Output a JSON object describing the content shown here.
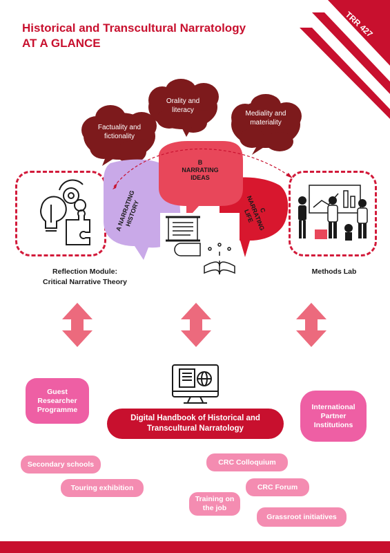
{
  "header": {
    "title_line1": "Historical and Transcultural Narratology",
    "title_line2": "AT A GLANCE",
    "badge": "TRR 427"
  },
  "thought_bubbles": {
    "factuality": "Factuality and fictionality",
    "orality": "Orality and literacy",
    "mediality": "Mediality and materiality"
  },
  "narrating": {
    "a": "A NARRATING HISTORY",
    "b": "B NARRATING IDEAS",
    "c": "C NARRATING LIFE"
  },
  "modules": {
    "reflection_line1": "Reflection Module:",
    "reflection_line2": "Critical Narrative Theory",
    "methods": "Methods Lab"
  },
  "handbook": {
    "line1": "Digital Handbook of Historical and",
    "line2": "Transcultural Narratology"
  },
  "side_nodes": {
    "guest": "Guest Researcher Programme",
    "partners": "International Partner Institutions"
  },
  "pills": {
    "secondary": "Secondary schools",
    "touring": "Touring exhibition",
    "colloquium": "CRC Colloquium",
    "forum": "CRC Forum",
    "training": "Training on the job",
    "grassroot": "Grassroot initiatives"
  },
  "colors": {
    "brand_red": "#c8102e",
    "dark_red": "#7d1a1c",
    "lavender": "#c9a9e8",
    "pink": "#f48cb1",
    "magenta": "#ee5fa4",
    "salmon_red": "#e8475a"
  }
}
